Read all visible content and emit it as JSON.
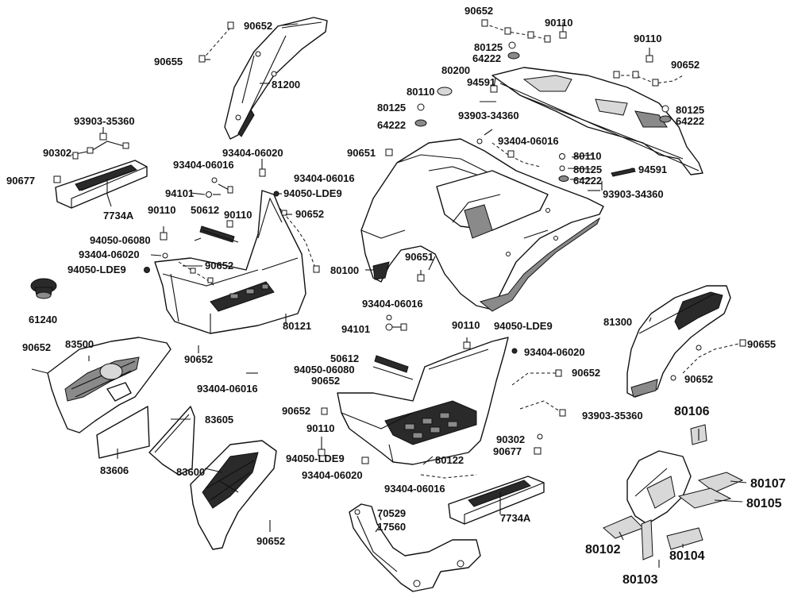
{
  "labels": {
    "l90652_a": "90652",
    "l90655_a": "90655",
    "l81200": "81200",
    "l93903_35360_a": "93903-35360",
    "l90302_a": "90302",
    "l90677_a": "90677",
    "l7734A_a": "7734A",
    "l93404_06020_a": "93404-06020",
    "l93404_06016_a": "93404-06016",
    "l94101_a": "94101",
    "l94050_LDE9_a": "94050-LDE9",
    "l90110_a": "90110",
    "l50612_a": "50612",
    "l90110_b": "90110",
    "l90652_b": "90652",
    "l94050_06080_a": "94050-06080",
    "l93404_06020_b": "93404-06020",
    "l90652_c": "90652",
    "l94050_LDE9_b": "94050-LDE9",
    "l61240": "61240",
    "l80121": "80121",
    "l90652_d": "90652",
    "l83500": "83500",
    "l90652_e": "90652",
    "l93404_06016_b": "93404-06016",
    "l83605": "83605",
    "l83606": "83606",
    "l83600": "83600",
    "l90652_f": "90652",
    "l90652_top": "90652",
    "l90110_top": "90110",
    "l80125_a": "80125",
    "l64222_a": "64222",
    "l80200": "80200",
    "l80110_a": "80110",
    "l94591_a": "94591",
    "l80125_b": "80125",
    "l93903_34360_a": "93903-34360",
    "l64222_b": "64222",
    "l90110_r": "90110",
    "l90652_r": "90652",
    "l80125_c": "80125",
    "l64222_c": "64222",
    "l90651_a": "90651",
    "l93404_06016_c": "93404-06016",
    "l80110_b": "80110",
    "l80125_d": "80125",
    "l94591_b": "94591",
    "l64222_d": "64222",
    "l93903_34360_b": "93903-34360",
    "l93404_06016_d": "93404-06016",
    "l80100": "80100",
    "l90651_b": "90651",
    "l93404_06016_e": "93404-06016",
    "l94101_b": "94101",
    "l90110_c": "90110",
    "l94050_LDE9_c": "94050-LDE9",
    "l81300": "81300",
    "l90655_b": "90655",
    "l90652_g": "90652",
    "l50612_b": "50612",
    "l93404_06020_c": "93404-06020",
    "l94050_06080_b": "94050-06080",
    "l90652_h": "90652",
    "l90652_i": "90652",
    "l90652_j": "90652",
    "l93903_35360_b": "93903-35360",
    "l90110_d": "90110",
    "l94050_LDE9_d": "94050-LDE9",
    "l80122": "80122",
    "l90302_b": "90302",
    "l90677_b": "90677",
    "l93404_06020_d": "93404-06020",
    "l93404_06016_f": "93404-06016",
    "l7734A_b": "7734A",
    "l70529": "70529",
    "l17560": "17560",
    "l80106": "80106",
    "l80107": "80107",
    "l80105": "80105",
    "l80102": "80102",
    "l80104": "80104",
    "l80103": "80103"
  }
}
